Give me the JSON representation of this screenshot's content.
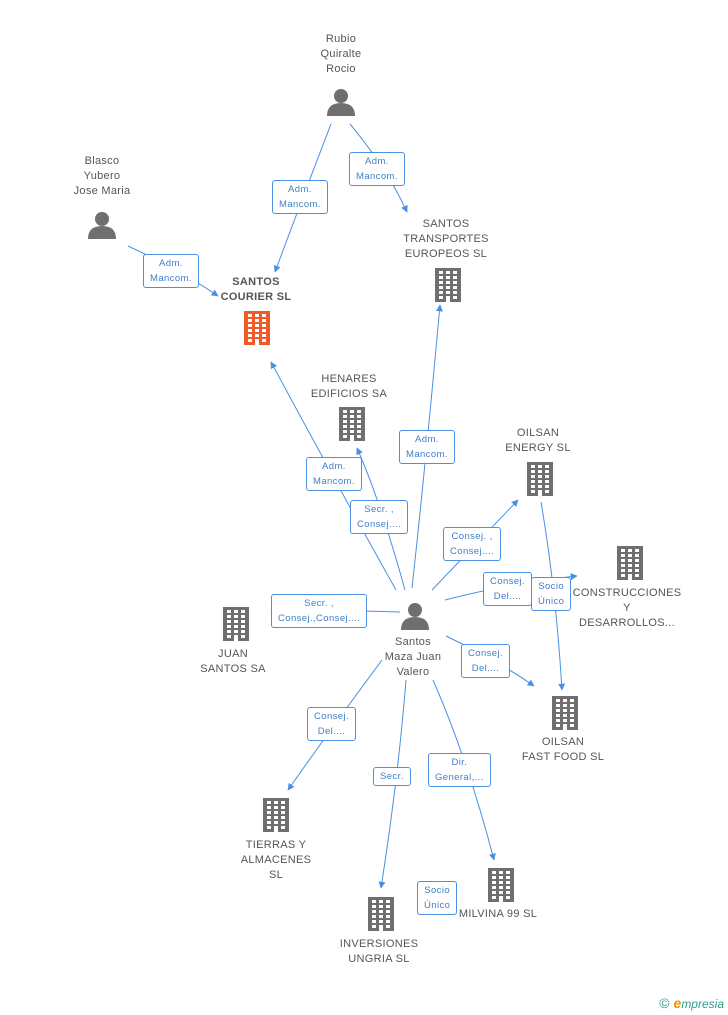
{
  "people": [
    {
      "id": "rubio",
      "lines": [
        "Rubio",
        "Quiralte",
        "Rocio"
      ]
    },
    {
      "id": "blasco",
      "lines": [
        "Blasco",
        "Yubero",
        "Jose Maria"
      ]
    },
    {
      "id": "santos",
      "lines": [
        "Santos",
        "Maza Juan",
        "Valero"
      ]
    }
  ],
  "companies": [
    {
      "id": "santos_courier",
      "lines": [
        "SANTOS",
        "COURIER SL"
      ],
      "highlight": true
    },
    {
      "id": "santos_transportes",
      "lines": [
        "SANTOS",
        "TRANSPORTES",
        "EUROPEOS SL"
      ]
    },
    {
      "id": "henares",
      "lines": [
        "HENARES",
        "EDIFICIOS SA"
      ]
    },
    {
      "id": "oilsan_energy",
      "lines": [
        "OILSAN",
        "ENERGY SL"
      ]
    },
    {
      "id": "construcciones",
      "lines": [
        "CONSTRUCCIONES",
        "Y",
        "DESARROLLOS..."
      ]
    },
    {
      "id": "juan_santos",
      "lines": [
        "JUAN",
        "SANTOS SA"
      ]
    },
    {
      "id": "oilsan_fast",
      "lines": [
        "OILSAN",
        "FAST FOOD SL"
      ]
    },
    {
      "id": "tierras",
      "lines": [
        "TIERRAS Y",
        "ALMACENES",
        "SL"
      ]
    },
    {
      "id": "milvina",
      "lines": [
        "MILVINA 99 SL"
      ]
    },
    {
      "id": "inversiones",
      "lines": [
        "INVERSIONES",
        "UNGRIA SL"
      ]
    }
  ],
  "relations": [
    {
      "id": "r1",
      "from": "rubio",
      "to": "santos_courier",
      "lines": [
        "Adm.",
        "Mancom."
      ]
    },
    {
      "id": "r2",
      "from": "rubio",
      "to": "santos_transportes",
      "lines": [
        "Adm.",
        "Mancom."
      ]
    },
    {
      "id": "r3",
      "from": "blasco",
      "to": "santos_courier",
      "lines": [
        "Adm.",
        "Mancom."
      ]
    },
    {
      "id": "r4",
      "from": "santos",
      "to": "santos_courier",
      "lines": [
        "Adm.",
        "Mancom."
      ]
    },
    {
      "id": "r5",
      "from": "santos",
      "to": "henares",
      "lines": [
        "Secr. ,",
        "Consej...."
      ]
    },
    {
      "id": "r6",
      "from": "santos",
      "to": "santos_transportes",
      "lines": [
        "Adm.",
        "Mancom."
      ]
    },
    {
      "id": "r7",
      "from": "santos",
      "to": "oilsan_energy",
      "lines": [
        "Consej. ,",
        "Consej...."
      ]
    },
    {
      "id": "r8",
      "from": "santos",
      "to": "construcciones",
      "lines": [
        "Consej.",
        "Del...."
      ]
    },
    {
      "id": "r9",
      "from": "oilsan_energy",
      "to": "oilsan_fast",
      "lines": [
        "Socio",
        "Único"
      ]
    },
    {
      "id": "r10",
      "from": "santos",
      "to": "juan_santos",
      "lines": [
        "Secr. ,",
        "Consej.,Consej...."
      ]
    },
    {
      "id": "r11",
      "from": "santos",
      "to": "oilsan_fast",
      "lines": [
        "Consej.",
        "Del...."
      ]
    },
    {
      "id": "r12",
      "from": "santos",
      "to": "tierras",
      "lines": [
        "Consej.",
        "Del...."
      ]
    },
    {
      "id": "r13",
      "from": "santos",
      "to": "inversiones",
      "lines": [
        "Secr."
      ]
    },
    {
      "id": "r14",
      "from": "santos",
      "to": "milvina",
      "lines": [
        "Dir.",
        "General,..."
      ]
    },
    {
      "id": "r15",
      "from": "milvina",
      "to": "inversiones",
      "lines": [
        "Socio",
        "Único"
      ]
    }
  ],
  "colors": {
    "accent": "#4a90e2",
    "company": "#6f6f6f",
    "company_highlight": "#f05a28",
    "person": "#6f6f6f",
    "label_text": "#555555"
  },
  "footer": {
    "copyright": "©",
    "brand_initial": "e",
    "brand_rest": "mpresia"
  }
}
